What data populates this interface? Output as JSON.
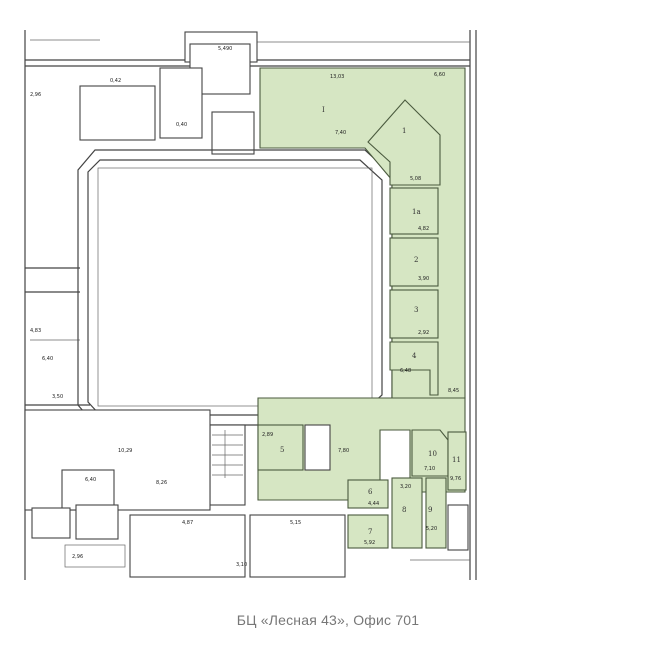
{
  "caption": "БЦ «Лесная 43», Офис 701",
  "colors": {
    "office_fill": "#d6e6c3",
    "wall": "#444444",
    "caption": "#777777"
  },
  "rooms": [
    {
      "num": "I",
      "area": "13,03",
      "area2": "7,40"
    },
    {
      "num": "1",
      "area": "5,08"
    },
    {
      "num": "1a",
      "area": "4,82"
    },
    {
      "num": "2",
      "area": "3,90"
    },
    {
      "num": "3",
      "area": "2,92"
    },
    {
      "num": "4",
      "area": "6,48"
    },
    {
      "num": "5",
      "area": "2,89"
    },
    {
      "num": "6",
      "area": "4,44"
    },
    {
      "num": "7",
      "area": "5,92"
    },
    {
      "num": "8",
      "area": "3,20"
    },
    {
      "num": "9",
      "area": "5,20"
    },
    {
      "num": "10",
      "area": "7,10"
    },
    {
      "num": "11",
      "area": "9,76"
    }
  ],
  "small_labels": [
    "5,490",
    "0,42",
    "0,40",
    "2,96",
    "4,83",
    "6,40",
    "3,50",
    "5,08",
    "10,29",
    "8,26",
    "6,40",
    "4,87",
    "5,15",
    "3,10",
    "2,96",
    "7,80",
    "6,60",
    "8,45"
  ]
}
